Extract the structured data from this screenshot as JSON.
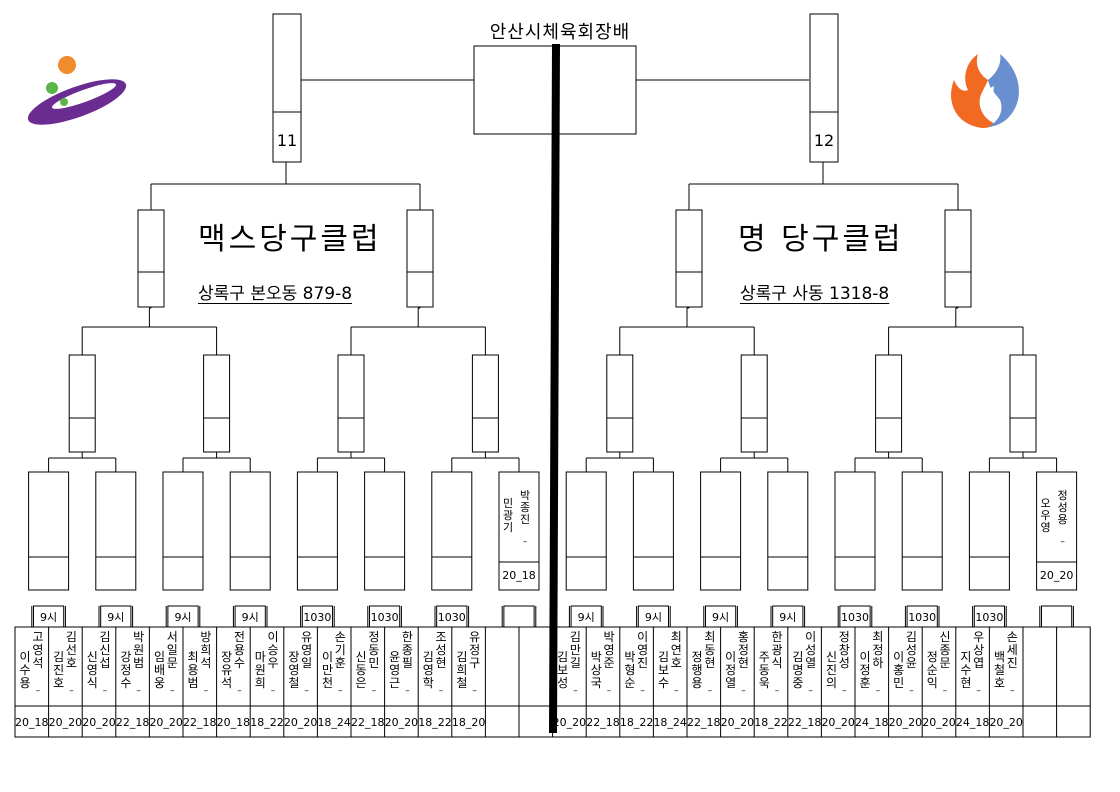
{
  "title": "안산시체육회장배",
  "finals": {
    "left_no": "11",
    "right_no": "12"
  },
  "clubs": [
    {
      "name": "맥스당구클럽",
      "address": "상록구 본오동 879-8"
    },
    {
      "name": "명 당구클럽",
      "address": "상록구 사동 1318-8"
    }
  ],
  "semis_labels": [
    {
      "names": [
        "박종진",
        "민광기"
      ],
      "score": "20_18"
    },
    {
      "names": [
        "정성용",
        "오우영"
      ],
      "score": "20_20"
    }
  ],
  "time_labels": [
    "9시",
    "9시",
    "9시",
    "9시",
    "1030",
    "1030",
    "1030",
    "",
    "9시",
    "9시",
    "9시",
    "9시",
    "1030",
    "1030",
    "1030",
    ""
  ],
  "entries": [
    {
      "p1": "고영석",
      "p2": "이수용",
      "score": "20_18"
    },
    {
      "p1": "김선호",
      "p2": "김진호",
      "score": "20_20"
    },
    {
      "p1": "김신섭",
      "p2": "신영식",
      "score": "20_20"
    },
    {
      "p1": "박원범",
      "p2": "강정수",
      "score": "22_18"
    },
    {
      "p1": "서일문",
      "p2": "임배웅",
      "score": "20_20"
    },
    {
      "p1": "방희석",
      "p2": "최용범",
      "score": "22_18"
    },
    {
      "p1": "전용수",
      "p2": "장유석",
      "score": "20_18"
    },
    {
      "p1": "이승우",
      "p2": "마원희",
      "score": "18_22"
    },
    {
      "p1": "유영일",
      "p2": "장영철",
      "score": "20_20"
    },
    {
      "p1": "손기훈",
      "p2": "이만천",
      "score": "18_24"
    },
    {
      "p1": "정동민",
      "p2": "신동은",
      "score": "22_18"
    },
    {
      "p1": "한종필",
      "p2": "윤영근",
      "score": "20_20"
    },
    {
      "p1": "조성현",
      "p2": "김영학",
      "score": "18_22"
    },
    {
      "p1": "유정구",
      "p2": "김희철",
      "score": "18_20"
    },
    {
      "p1": "",
      "p2": "",
      "score": ""
    },
    {
      "p1": "",
      "p2": "",
      "score": ""
    },
    {
      "p1": "김만길",
      "p2": "김보성",
      "score": "20_20"
    },
    {
      "p1": "박영준",
      "p2": "박상국",
      "score": "22_18"
    },
    {
      "p1": "이영진",
      "p2": "박형순",
      "score": "18_22"
    },
    {
      "p1": "최연호",
      "p2": "김보수",
      "score": "18_24"
    },
    {
      "p1": "최동현",
      "p2": "정행용",
      "score": "22_18"
    },
    {
      "p1": "홍정현",
      "p2": "이정열",
      "score": "20_20"
    },
    {
      "p1": "한광식",
      "p2": "주동욱",
      "score": "18_22"
    },
    {
      "p1": "이성열",
      "p2": "김명중",
      "score": "22_18"
    },
    {
      "p1": "정창성",
      "p2": "신진의",
      "score": "20_20"
    },
    {
      "p1": "최정하",
      "p2": "이정훈",
      "score": "24_18"
    },
    {
      "p1": "김성윤",
      "p2": "이홍민",
      "score": "20_20"
    },
    {
      "p1": "신종문",
      "p2": "정순익",
      "score": "20_20"
    },
    {
      "p1": "우상엽",
      "p2": "지수현",
      "score": "24_18"
    },
    {
      "p1": "손세진",
      "p2": "백철호",
      "score": "20_20"
    },
    {
      "p1": "",
      "p2": "",
      "score": ""
    },
    {
      "p1": "",
      "p2": "",
      "score": ""
    }
  ],
  "logo_left": {
    "icon": "badge-ring-logo",
    "colors": [
      "#6b2c91",
      "#f08c2e",
      "#5cb548"
    ]
  },
  "logo_right": {
    "icon": "flame-logo",
    "colors": [
      "#f26a22",
      "#6a8fd0"
    ]
  }
}
